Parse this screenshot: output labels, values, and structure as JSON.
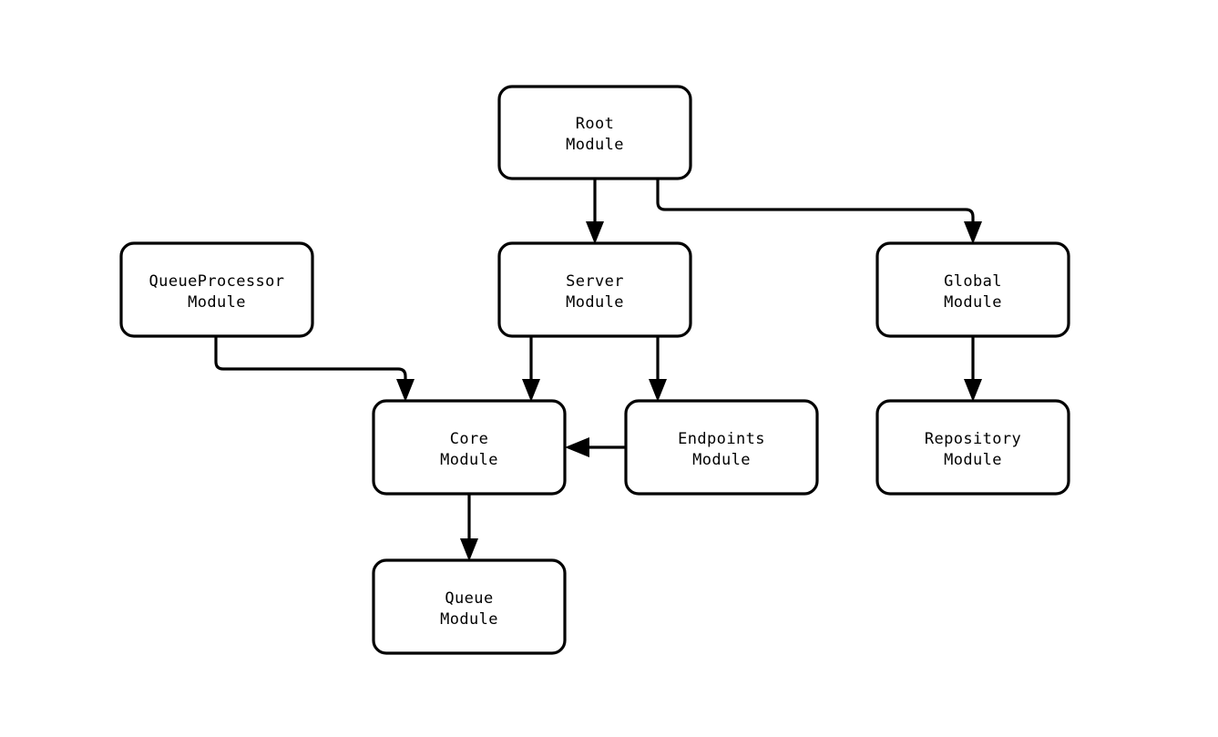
{
  "diagram": {
    "kind": "module-dependency-graph",
    "background_color": "#ffffff",
    "line_color": "#000000",
    "node_fill": "#ffffff",
    "nodes": [
      {
        "id": "root",
        "line1": "Root",
        "line2": "Module"
      },
      {
        "id": "queueprocessor",
        "line1": "QueueProcessor",
        "line2": "Module"
      },
      {
        "id": "server",
        "line1": "Server",
        "line2": "Module"
      },
      {
        "id": "global",
        "line1": "Global",
        "line2": "Module"
      },
      {
        "id": "core",
        "line1": "Core",
        "line2": "Module"
      },
      {
        "id": "endpoints",
        "line1": "Endpoints",
        "line2": "Module"
      },
      {
        "id": "repository",
        "line1": "Repository",
        "line2": "Module"
      },
      {
        "id": "queue",
        "line1": "Queue",
        "line2": "Module"
      }
    ],
    "edges": [
      {
        "id": "root-server",
        "from": "root",
        "to": "server",
        "style": "straight-down"
      },
      {
        "id": "root-global",
        "from": "root",
        "to": "global",
        "style": "orthogonal-right"
      },
      {
        "id": "queueprocessor-core",
        "from": "queueprocessor",
        "to": "core",
        "style": "orthogonal-right"
      },
      {
        "id": "server-core",
        "from": "server",
        "to": "core",
        "style": "straight-down"
      },
      {
        "id": "server-endpoints",
        "from": "server",
        "to": "endpoints",
        "style": "straight-down"
      },
      {
        "id": "endpoints-core",
        "from": "endpoints",
        "to": "core",
        "style": "straight-left"
      },
      {
        "id": "global-repository",
        "from": "global",
        "to": "repository",
        "style": "straight-down"
      },
      {
        "id": "core-queue",
        "from": "core",
        "to": "queue",
        "style": "straight-down"
      }
    ]
  }
}
